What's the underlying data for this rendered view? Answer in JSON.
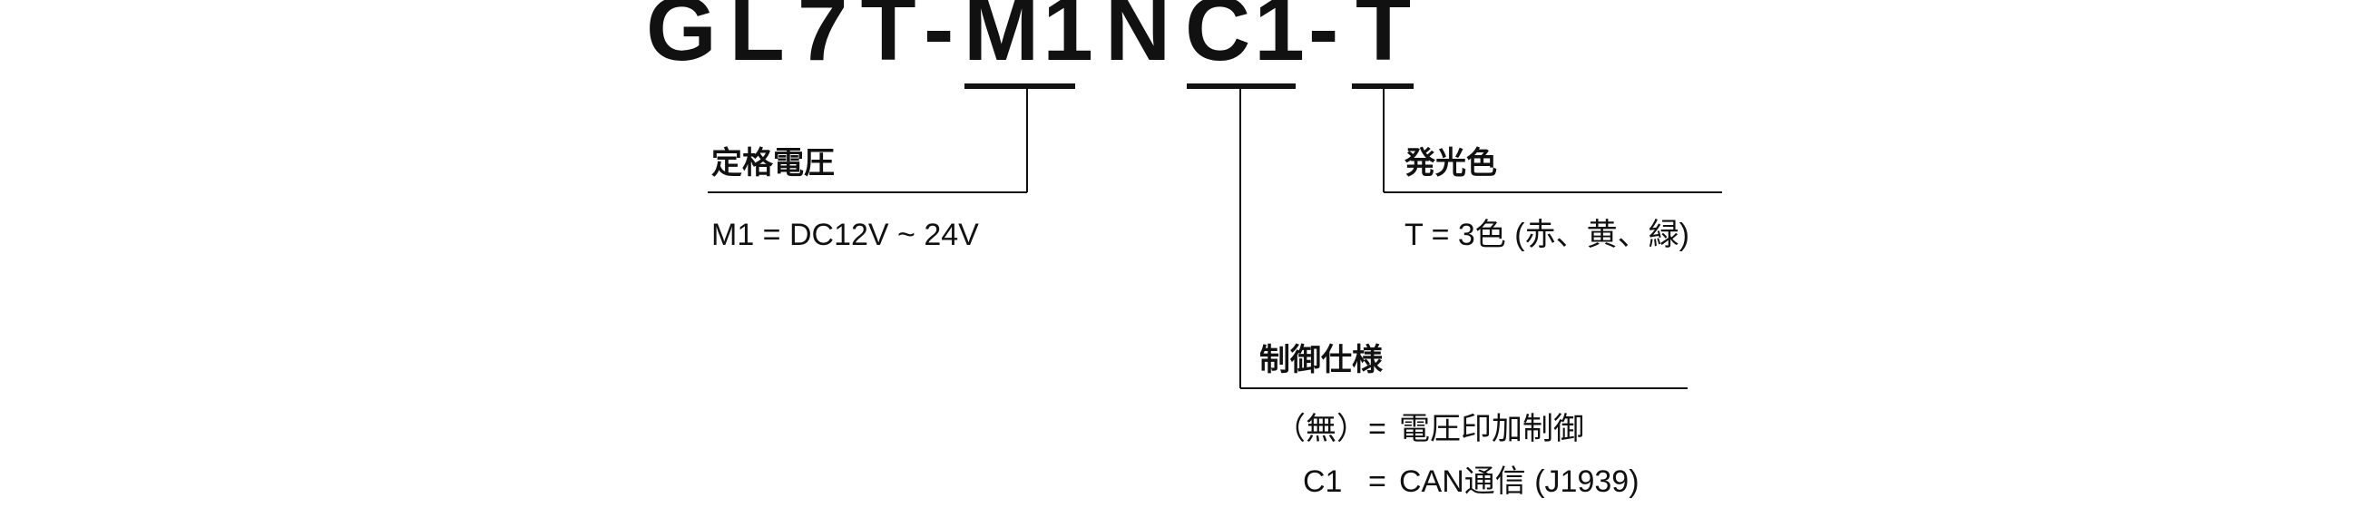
{
  "model_code": {
    "prefix": "GL7T-",
    "voltage_code": "M1",
    "mid": "N",
    "control_code": "C1",
    "dash": "-",
    "color_code": "T"
  },
  "rated_voltage": {
    "heading": "定格電圧",
    "value": "M1 = DC12V ~ 24V"
  },
  "emission_color": {
    "heading": "発光色",
    "value": "T = 3色 (赤、黄、緑)"
  },
  "control_spec": {
    "heading": "制御仕様",
    "options": [
      {
        "code": "（無）",
        "eq": "=",
        "desc": "電圧印加制御"
      },
      {
        "code": "C1",
        "eq": "=",
        "desc": "CAN通信 (J1939)"
      }
    ]
  },
  "colors": {
    "ink": "#111111",
    "background": "#ffffff"
  }
}
